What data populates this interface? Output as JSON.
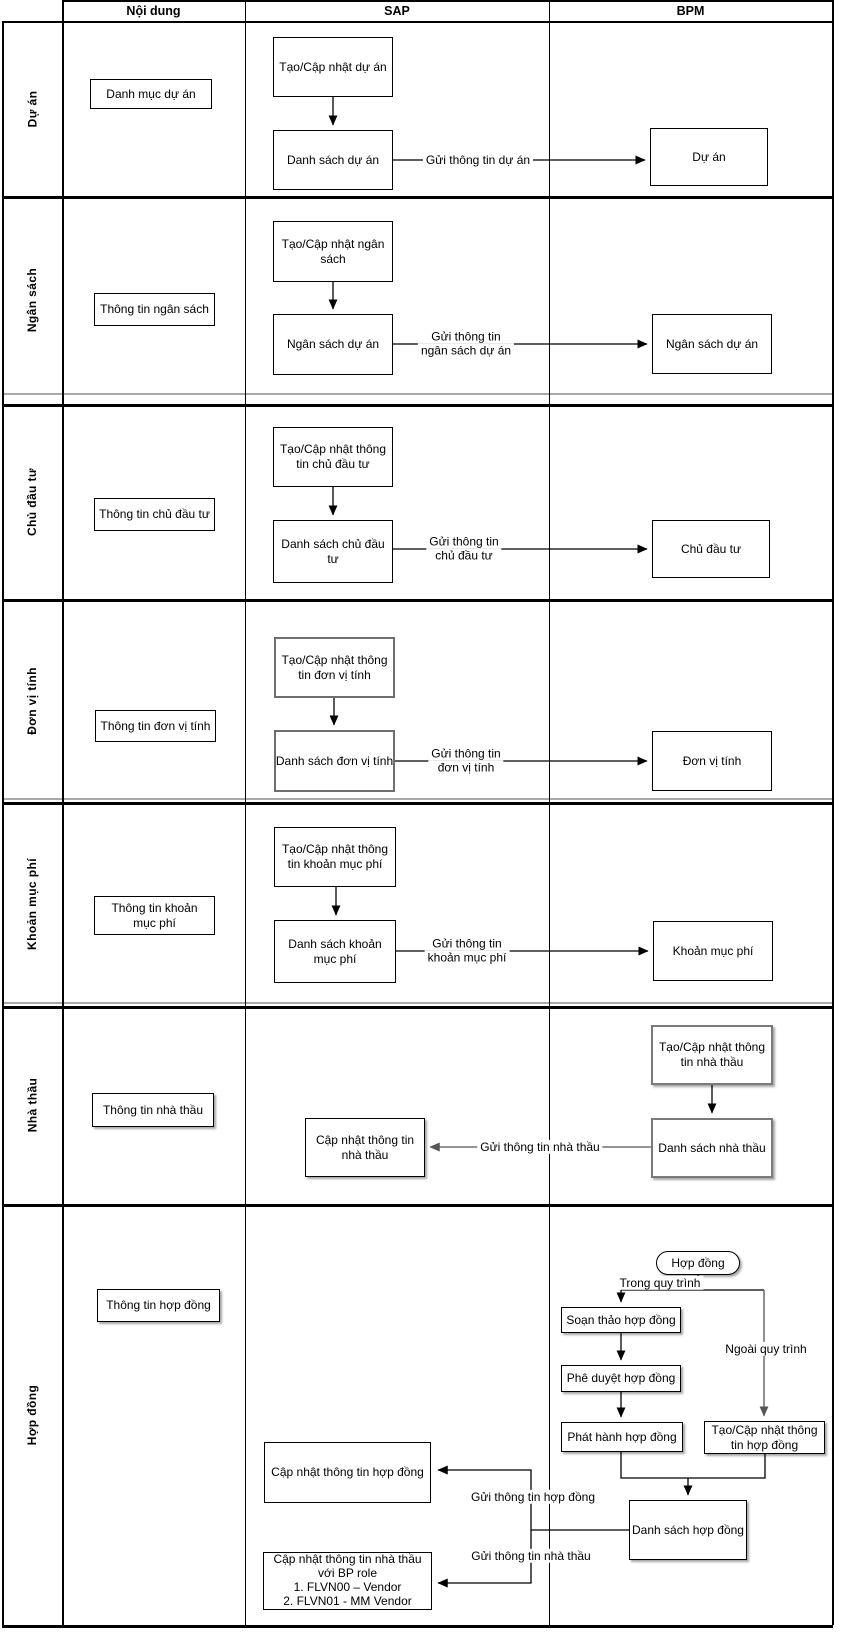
{
  "header": {
    "noidung": "Nội dung",
    "sap": "SAP",
    "bpm": "BPM"
  },
  "lanes": {
    "du_an": "Dự án",
    "ngan_sach": "Ngân sách",
    "chu_dau_tu": "Chủ đầu tư",
    "don_vi_tinh": "Đơn vị tính",
    "khoan_muc_phi": "Khoản mục phí",
    "nha_thau": "Nhà thầu",
    "hop_dong": "Hợp đồng"
  },
  "nodes": {
    "danh_muc_du_an": "Danh mục dự án",
    "tao_cap_nhat_du_an": "Tạo/Cập nhật dự án",
    "danh_sach_du_an": "Danh sách dự án",
    "du_an": "Dự án",
    "thong_tin_ngan_sach": "Thông tin ngân sách",
    "tao_cap_nhat_ngan_sach": "Tạo/Cập nhật ngân sách",
    "ngan_sach_du_an_sap": "Ngân sách dự án",
    "ngan_sach_du_an_bpm": "Ngân sách dự án",
    "thong_tin_chu_dau_tu": "Thông tin chủ đầu tư",
    "tao_cap_nhat_chu_dau_tu": "Tạo/Cập nhật thông tin chủ đầu tư",
    "danh_sach_chu_dau_tu": "Danh sách chủ đầu tư",
    "chu_dau_tu": "Chủ đầu tư",
    "thong_tin_don_vi_tinh": "Thông tin đơn vị tính",
    "tao_cap_nhat_don_vi_tinh": "Tạo/Cập nhật thông tin đơn vị tính",
    "danh_sach_don_vi_tinh": "Danh sách đơn vị tính",
    "don_vi_tinh": "Đơn vị tính",
    "thong_tin_khoan_muc_phi": "Thông tin khoản mục phí",
    "tao_cap_nhat_khoan_muc_phi": "Tạo/Cập nhật thông tin khoản mục phí",
    "danh_sach_khoan_muc_phi": "Danh sách khoản mục phí",
    "khoan_muc_phi": "Khoản mục phí",
    "thong_tin_nha_thau": "Thông tin nhà thầu",
    "cap_nhat_thong_tin_nha_thau": "Cập nhật thông tin nhà thầu",
    "tao_cap_nhat_nha_thau": "Tạo/Cập nhật thông tin nhà thầu",
    "danh_sach_nha_thau": "Danh sách nhà thầu",
    "thong_tin_hop_dong": "Thông tin hợp đồng",
    "hop_dong_start": "Hợp đồng",
    "soan_thao_hop_dong": "Soạn thảo hợp đồng",
    "phe_duyet_hop_dong": "Phê duyệt hợp đồng",
    "phat_hanh_hop_dong": "Phát hành hợp đồng",
    "tao_cap_nhat_hop_dong": "Tạo/Cập nhật thông tin hợp đồng",
    "danh_sach_hop_dong": "Danh sách hợp đồng",
    "cap_nhat_thong_tin_hop_dong": "Cập nhật thông tin hợp đồng",
    "cap_nhat_nha_thau_bp_line1": "Cập nhật thông tin nhà thầu",
    "cap_nhat_nha_thau_bp_line2": "với BP role",
    "cap_nhat_nha_thau_bp_line3": "1. FLVN00 – Vendor",
    "cap_nhat_nha_thau_bp_line4": "2. FLVN01 - MM Vendor"
  },
  "edge_labels": {
    "gui_du_an": "Gửi thông tin dự án",
    "gui_ngan_sach_1": "Gửi thông tin",
    "gui_ngan_sach_2": "ngân sách dự án",
    "gui_chu_dau_tu_1": "Gửi thông tin",
    "gui_chu_dau_tu_2": "chủ đầu tư",
    "gui_don_vi_tinh_1": "Gửi thông tin",
    "gui_don_vi_tinh_2": "đơn vị tính",
    "gui_khoan_muc_phi_1": "Gửi thông tin",
    "gui_khoan_muc_phi_2": "khoản mục phí",
    "gui_nha_thau": "Gửi thông tin nhà thầu",
    "trong_quy_trinh": "Trong quy trình",
    "ngoai_quy_trinh": "Ngoài quy trình",
    "gui_hop_dong": "Gửi thông tin hợp đồng",
    "gui_nha_thau_2": "Gửi thông tin nhà thầu"
  },
  "colors": {
    "line": "#000000",
    "gray_line": "#666666",
    "box_border": "#000000",
    "gray_box_border": "#7a7a7a",
    "background": "#ffffff"
  }
}
